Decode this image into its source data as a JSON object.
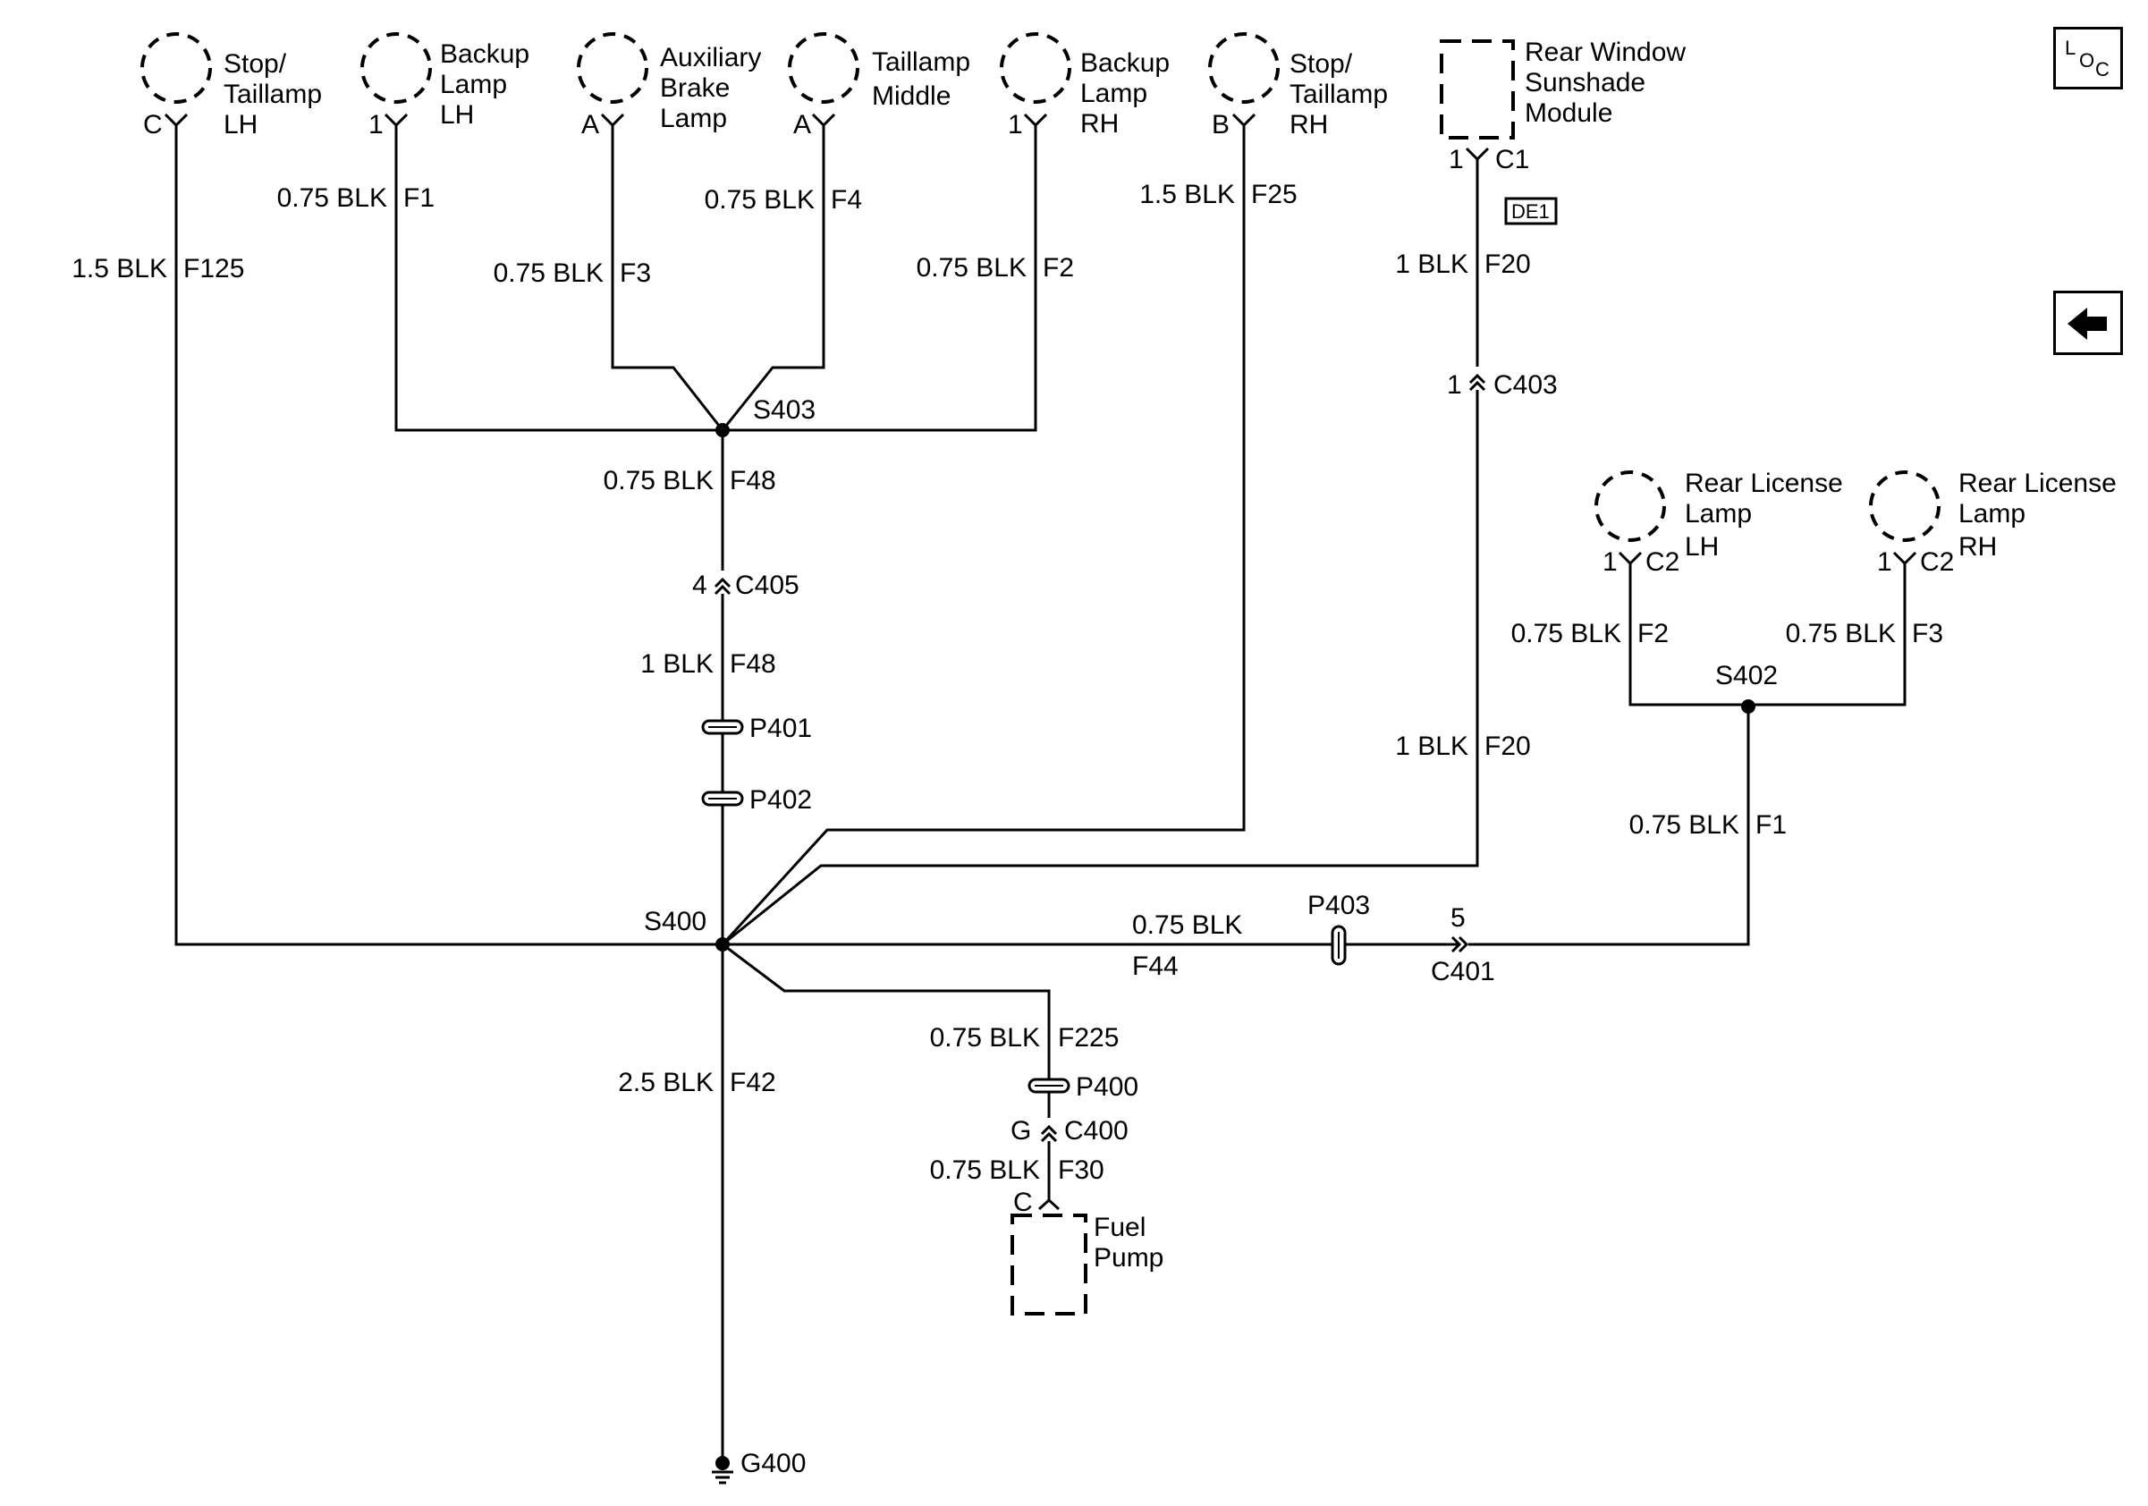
{
  "components": {
    "stop_taillamp_lh": {
      "name": [
        "Stop/",
        "Taillamp",
        "LH"
      ],
      "pin": "C"
    },
    "backup_lamp_lh": {
      "name": [
        "Backup",
        "Lamp",
        "LH"
      ],
      "pin": "1"
    },
    "aux_brake_lamp": {
      "name": [
        "Auxiliary",
        "Brake",
        "Lamp"
      ],
      "pin": "A"
    },
    "taillamp_middle": {
      "name": [
        "Taillamp",
        "Middle"
      ],
      "pin": "A"
    },
    "backup_lamp_rh": {
      "name": [
        "Backup",
        "Lamp",
        "RH"
      ],
      "pin": "1"
    },
    "stop_taillamp_rh": {
      "name": [
        "Stop/",
        "Taillamp",
        "RH"
      ],
      "pin": "B"
    },
    "rear_window_sunshade": {
      "name": [
        "Rear Window",
        "Sunshade",
        "Module"
      ],
      "pin": "1",
      "connector": "C1",
      "tag": "DE1"
    },
    "rear_license_lh": {
      "name": [
        "Rear License",
        "Lamp",
        "LH"
      ],
      "pin": "1",
      "connector": "C2"
    },
    "rear_license_rh": {
      "name": [
        "Rear License",
        "Lamp",
        "RH"
      ],
      "pin": "1",
      "connector": "C2"
    },
    "fuel_pump": {
      "name": [
        "Fuel",
        "Pump"
      ],
      "pin": "C"
    }
  },
  "wires": {
    "f125": {
      "gauge": "1.5 BLK",
      "circuit": "F125"
    },
    "f1_lh": {
      "gauge": "0.75 BLK",
      "circuit": "F1"
    },
    "f3": {
      "gauge": "0.75 BLK",
      "circuit": "F3"
    },
    "f4": {
      "gauge": "0.75 BLK",
      "circuit": "F4"
    },
    "f2": {
      "gauge": "0.75 BLK",
      "circuit": "F2"
    },
    "f25": {
      "gauge": "1.5 BLK",
      "circuit": "F25"
    },
    "f20_top": {
      "gauge": "1 BLK",
      "circuit": "F20"
    },
    "f20_bottom": {
      "gauge": "1 BLK",
      "circuit": "F20"
    },
    "f48_top": {
      "gauge": "0.75 BLK",
      "circuit": "F48"
    },
    "f48_bottom": {
      "gauge": "1 BLK",
      "circuit": "F48"
    },
    "f44": {
      "gauge": "0.75 BLK",
      "circuit": "F44"
    },
    "f225": {
      "gauge": "0.75 BLK",
      "circuit": "F225"
    },
    "f30": {
      "gauge": "0.75 BLK",
      "circuit": "F30"
    },
    "f42": {
      "gauge": "2.5 BLK",
      "circuit": "F42"
    },
    "f2_rl": {
      "gauge": "0.75 BLK",
      "circuit": "F2"
    },
    "f3_rl": {
      "gauge": "0.75 BLK",
      "circuit": "F3"
    },
    "f1_rl": {
      "gauge": "0.75 BLK",
      "circuit": "F1"
    }
  },
  "splices": {
    "s403": "S403",
    "s400": "S400",
    "s402": "S402"
  },
  "connectors": {
    "c403": {
      "id": "C403",
      "pin": "1"
    },
    "c405": {
      "id": "C405",
      "pin": "4"
    },
    "c401": {
      "id": "C401",
      "pin": "5"
    },
    "c400": {
      "id": "C400",
      "pin": "G"
    }
  },
  "pass_throughs": {
    "p401": "P401",
    "p402": "P402",
    "p403": "P403",
    "p400": "P400"
  },
  "ground": "G400",
  "nav": {
    "loc": [
      "L",
      "O",
      "C"
    ],
    "back_icon": "left-arrow-icon"
  }
}
